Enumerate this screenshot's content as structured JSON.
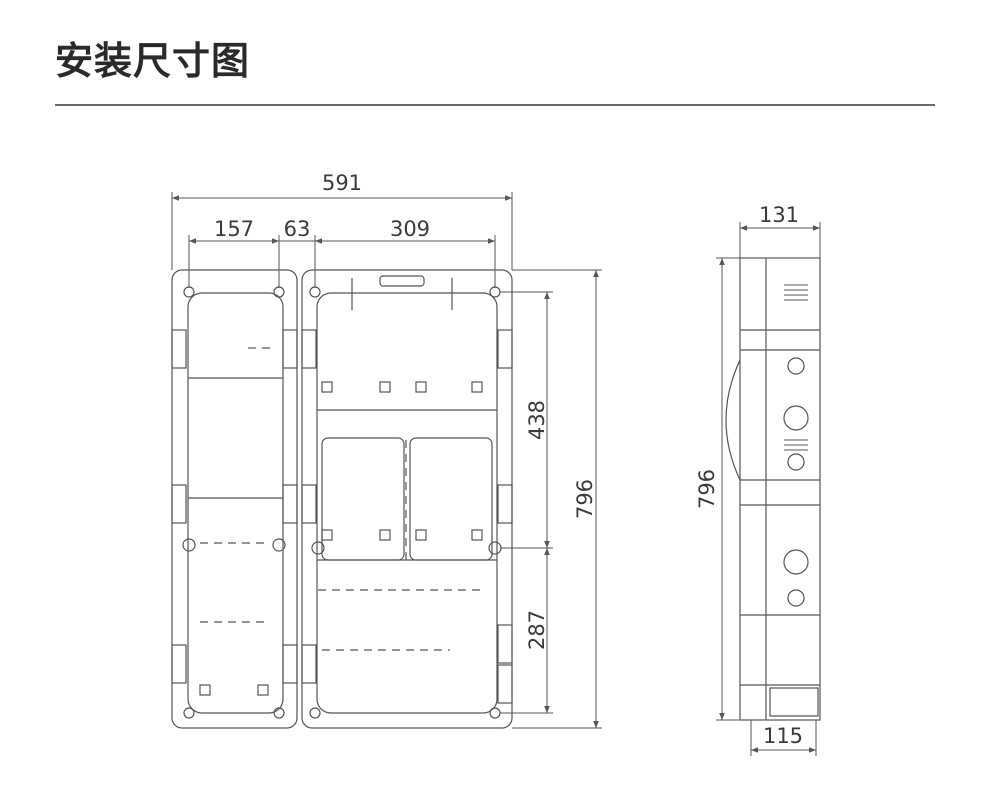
{
  "title": "安装尺寸图",
  "front_view": {
    "overall_width": "591",
    "left_column": "157",
    "gap": "63",
    "right_column": "309",
    "upper_height": "438",
    "overall_height": "796",
    "lower_height": "287"
  },
  "side_view": {
    "top_depth": "131",
    "height": "796",
    "bottom_depth": "115"
  },
  "colors": {
    "line": "#555555",
    "text": "#3a3a3a",
    "rule": "#6b6b6b"
  }
}
